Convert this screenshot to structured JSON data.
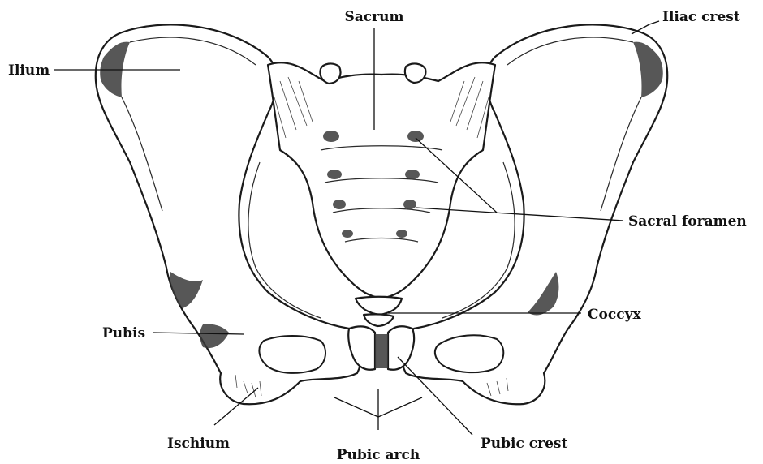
{
  "labels": {
    "sacrum": "Sacrum",
    "iliac_crest": "Iliac crest",
    "ilium": "Ilium",
    "sacral_foramen": "Sacral foramen",
    "coccyx": "Coccyx",
    "pubis": "Pubis",
    "ischium": "Ischium",
    "pubic_arch": "Pubic arch",
    "pubic_crest": "Pubic crest"
  }
}
